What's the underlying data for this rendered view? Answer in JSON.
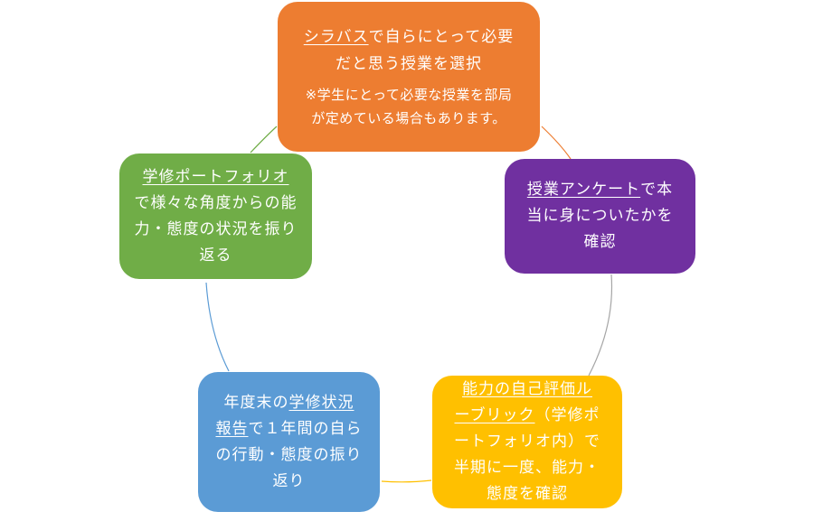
{
  "diagram": {
    "type": "cycle",
    "colors": {
      "orange": "#ED7D31",
      "purple": "#7030A0",
      "yellow": "#FFC000",
      "blue": "#5B9BD5",
      "green": "#70AD47"
    },
    "steps": [
      {
        "id": "syllabus",
        "underlined": "シラバス",
        "text_line1_rest": "で自らにとって必要",
        "text_line2": "だと思う授業を選択",
        "note_line1": "※学生にとって必要な授業を部局",
        "note_line2": "が定めている場合もあります。"
      },
      {
        "id": "survey",
        "underlined": "授業アンケート",
        "text_line1_rest": "で本",
        "text_line2": "当に身についたかを",
        "text_line3": "確認"
      },
      {
        "id": "rubric",
        "underlined_line1": "能力の自己評価ル",
        "underlined_line2": "ーブリック",
        "text_line2_rest": "（学修ポ",
        "text_line3": "ートフォリオ内）で",
        "text_line4": "半期に一度、能力・",
        "text_line5": "態度を確認"
      },
      {
        "id": "report",
        "text_line1_pre": "年度末の",
        "underlined_line1": "学修状況",
        "underlined_line2": "報告",
        "text_line2_rest": "で１年間の自ら",
        "text_line3": "の行動・態度の振り",
        "text_line4": "返り"
      },
      {
        "id": "portfolio",
        "underlined": "学修ポートフォリオ",
        "text_line2": "で様々な角度からの能",
        "text_line3": "力・態度の状況を振り",
        "text_line4": "返る"
      }
    ]
  }
}
